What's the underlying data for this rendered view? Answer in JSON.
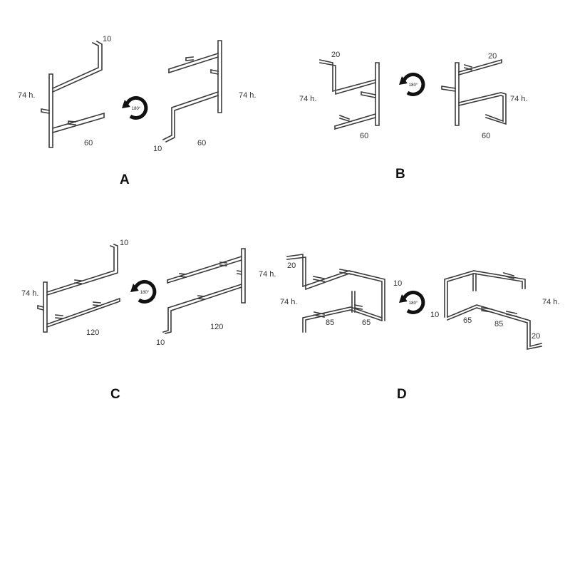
{
  "colors": {
    "line": "#3a3a3a",
    "text": "#333333",
    "caption": "#111111",
    "background": "#ffffff"
  },
  "rotate_symbol": {
    "icon": "rotate-180-icon",
    "label": "180°"
  },
  "configs": {
    "a": {
      "caption": "A",
      "left": {
        "height": "74 h.",
        "width": "60",
        "depth": "10"
      },
      "right": {
        "height": "74 h.",
        "width": "60",
        "depth": "10"
      }
    },
    "b": {
      "caption": "B",
      "left": {
        "height": "74 h.",
        "width": "60",
        "depth": "20"
      },
      "right": {
        "height": "74 h.",
        "width": "60",
        "depth": "20"
      }
    },
    "c": {
      "caption": "C",
      "left": {
        "height": "74 h.",
        "width": "120",
        "depth": "10"
      },
      "right": {
        "height": "74 h.",
        "width": "120",
        "depth": "10"
      }
    },
    "d": {
      "caption": "D",
      "left": {
        "height": "74 h.",
        "width_a": "85",
        "width_b": "65",
        "depth_a": "20",
        "depth_b": "10"
      },
      "right": {
        "height": "74 h.",
        "width_a": "65",
        "width_b": "85",
        "depth_a": "10",
        "depth_b": "20"
      }
    }
  }
}
